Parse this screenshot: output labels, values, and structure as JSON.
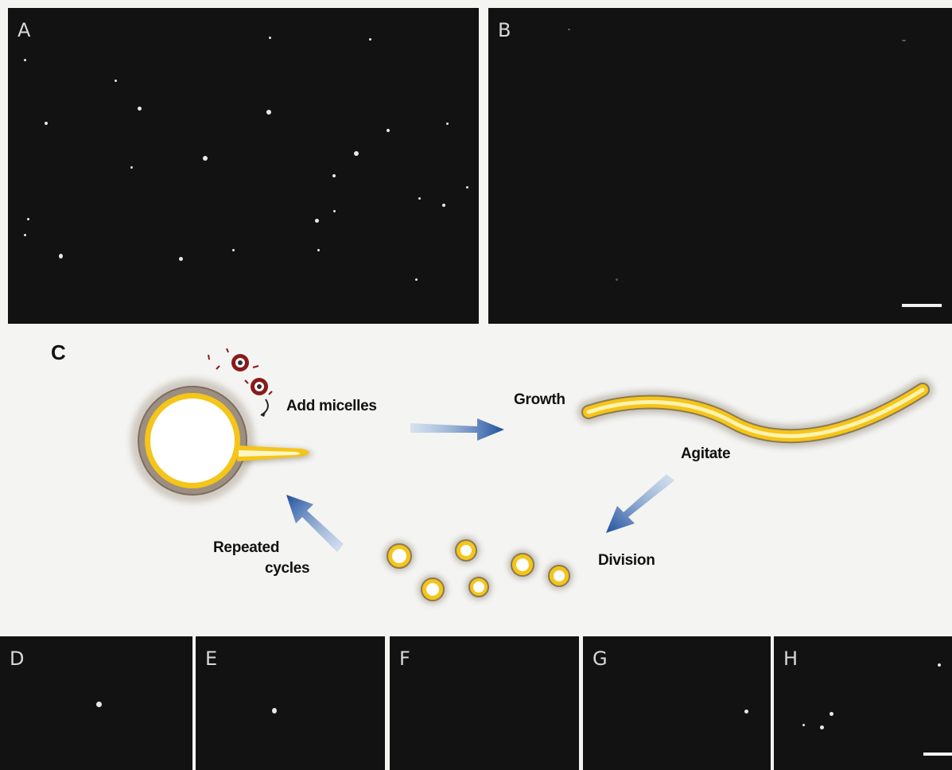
{
  "panels": {
    "A": "A",
    "B": "B",
    "C": "C",
    "D": "D",
    "E": "E",
    "F": "F",
    "G": "G",
    "H": "H"
  },
  "diagram": {
    "add_micelles": "Add micelles",
    "growth": "Growth",
    "agitate": "Agitate",
    "division": "Division",
    "repeated_line1": "Repeated",
    "repeated_line2": "cycles"
  },
  "colors": {
    "panel_bg": "#121212",
    "membrane_yellow": "#f5c518",
    "arrow_blue": "#2f5fa8",
    "micelle_red": "#8b1a1a"
  }
}
